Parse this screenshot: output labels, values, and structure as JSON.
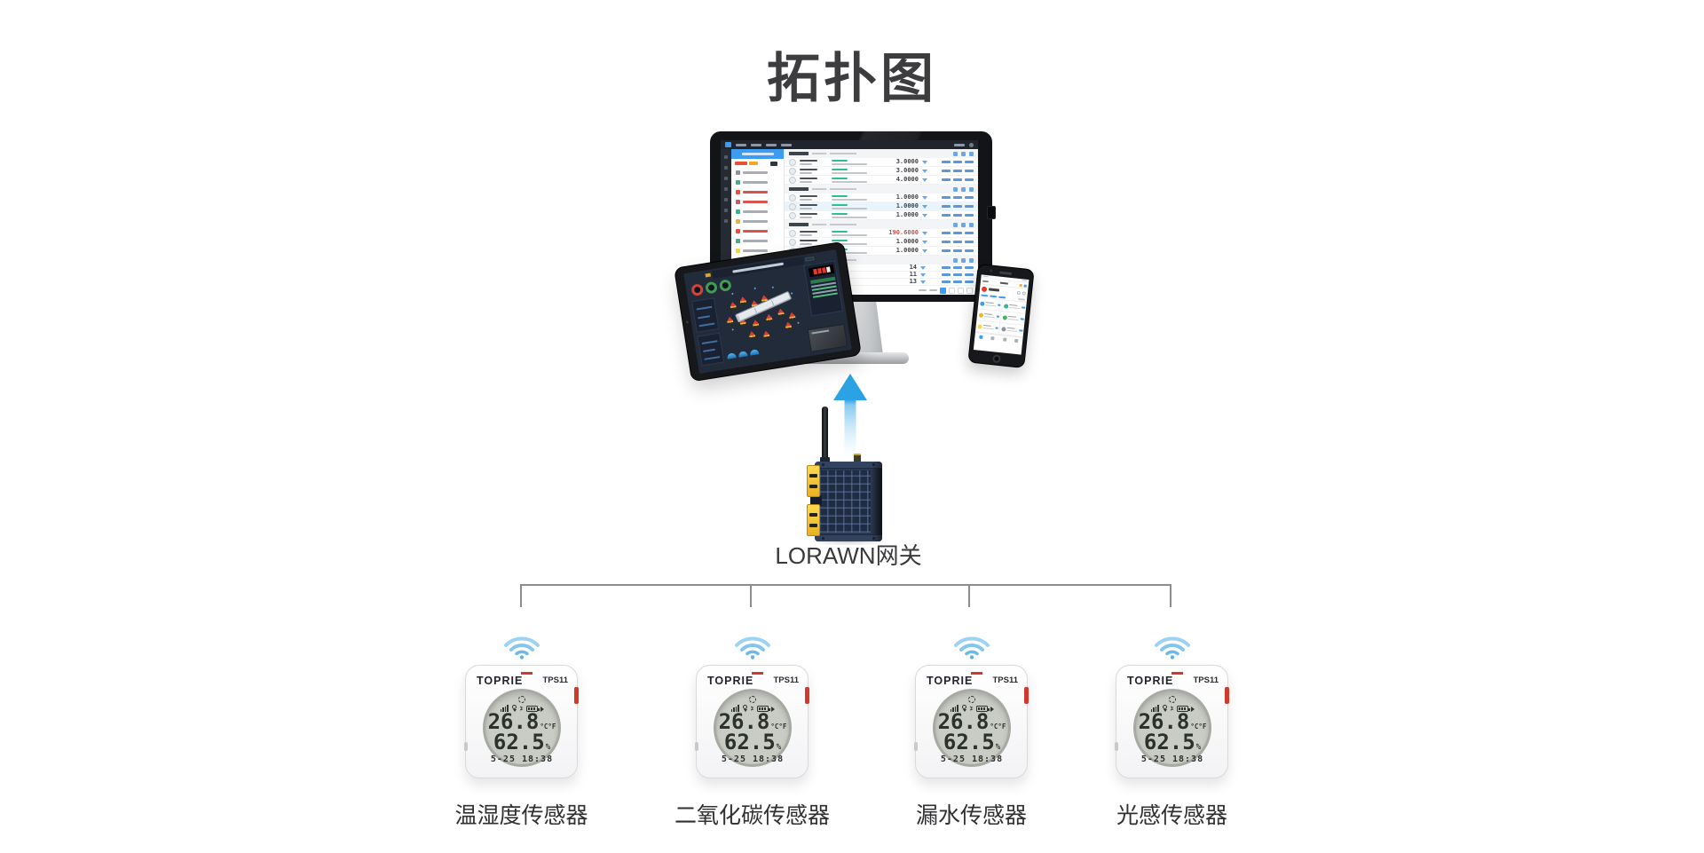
{
  "page": {
    "title": "拓扑图",
    "background": "#ffffff"
  },
  "gateway": {
    "label": "LORAWN网关"
  },
  "sensors": {
    "brand": "TOPRIE",
    "model": "TPS11",
    "display": {
      "temp": "26.8",
      "temp_unit": "°C°F",
      "humidity": "62.5",
      "humidity_unit": "%",
      "datetime": "5-25 18:38",
      "lcd_icons": [
        "signal-icon",
        "location-icon",
        "bluetooth-icon",
        "battery-icon",
        "settings-icon"
      ]
    },
    "items": [
      {
        "label": "温湿度传感器"
      },
      {
        "label": "二氧化碳传感器"
      },
      {
        "label": "漏水传感器"
      },
      {
        "label": "光感传感器"
      }
    ]
  },
  "monitor": {
    "sections": [
      {
        "values": [
          "3.0000",
          "3.0000",
          "4.0000"
        ]
      },
      {
        "values": [
          "1.0000",
          "1.0000",
          "1.0000"
        ]
      },
      {
        "values": [
          "190.6000",
          "1.0000",
          "1.0000"
        ]
      },
      {
        "values": [
          "14",
          "11",
          "13"
        ]
      }
    ]
  },
  "colors": {
    "accent_blue": "#3d9cf0",
    "arrow_blue": "#2aa2e4",
    "wifi_blue": "#7fc2ec",
    "gateway_navy": "#2b3950",
    "gateway_yellow": "#ffd94e",
    "sensor_red": "#cf3a2c",
    "lcd_bg": "#c9ccc4",
    "alert_red": "#e0483c",
    "ok_green": "#2fbf8f",
    "line_gray": "#8c8c8c",
    "title_color": "#3d3d40"
  }
}
